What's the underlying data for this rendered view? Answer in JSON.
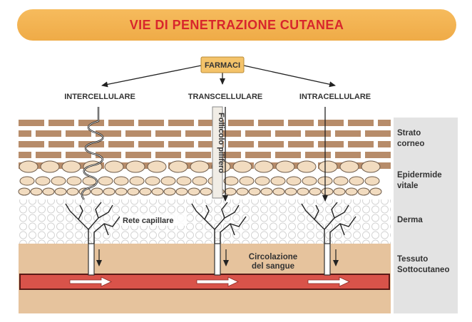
{
  "title": "VIE DI  PENETRAZIONE CUTANEA",
  "source": "FARMACI",
  "routes": {
    "left": "INTERCELLULARE",
    "center": "TRANSCELLULARE",
    "right": "INTRACELLULARE"
  },
  "follicle_label": "Follicolo pilifero",
  "capillary_label": "Rete capillare",
  "circulation_label": [
    "Circolazione",
    "del sangue"
  ],
  "layers": {
    "stratum": [
      "Strato",
      "corneo"
    ],
    "epidermis": [
      "Epidermide",
      "vitale"
    ],
    "dermis": [
      "Derma"
    ],
    "subcutis": [
      "Tessuto",
      "Sottocutaneo"
    ]
  },
  "colors": {
    "banner": "#f1b04f",
    "title": "#d8262c",
    "brick": "#b78c6a",
    "cell": "#f2dcc0",
    "tissue": "#e6c39d",
    "blood": "#d9534a",
    "side_panel": "#e3e3e3"
  }
}
